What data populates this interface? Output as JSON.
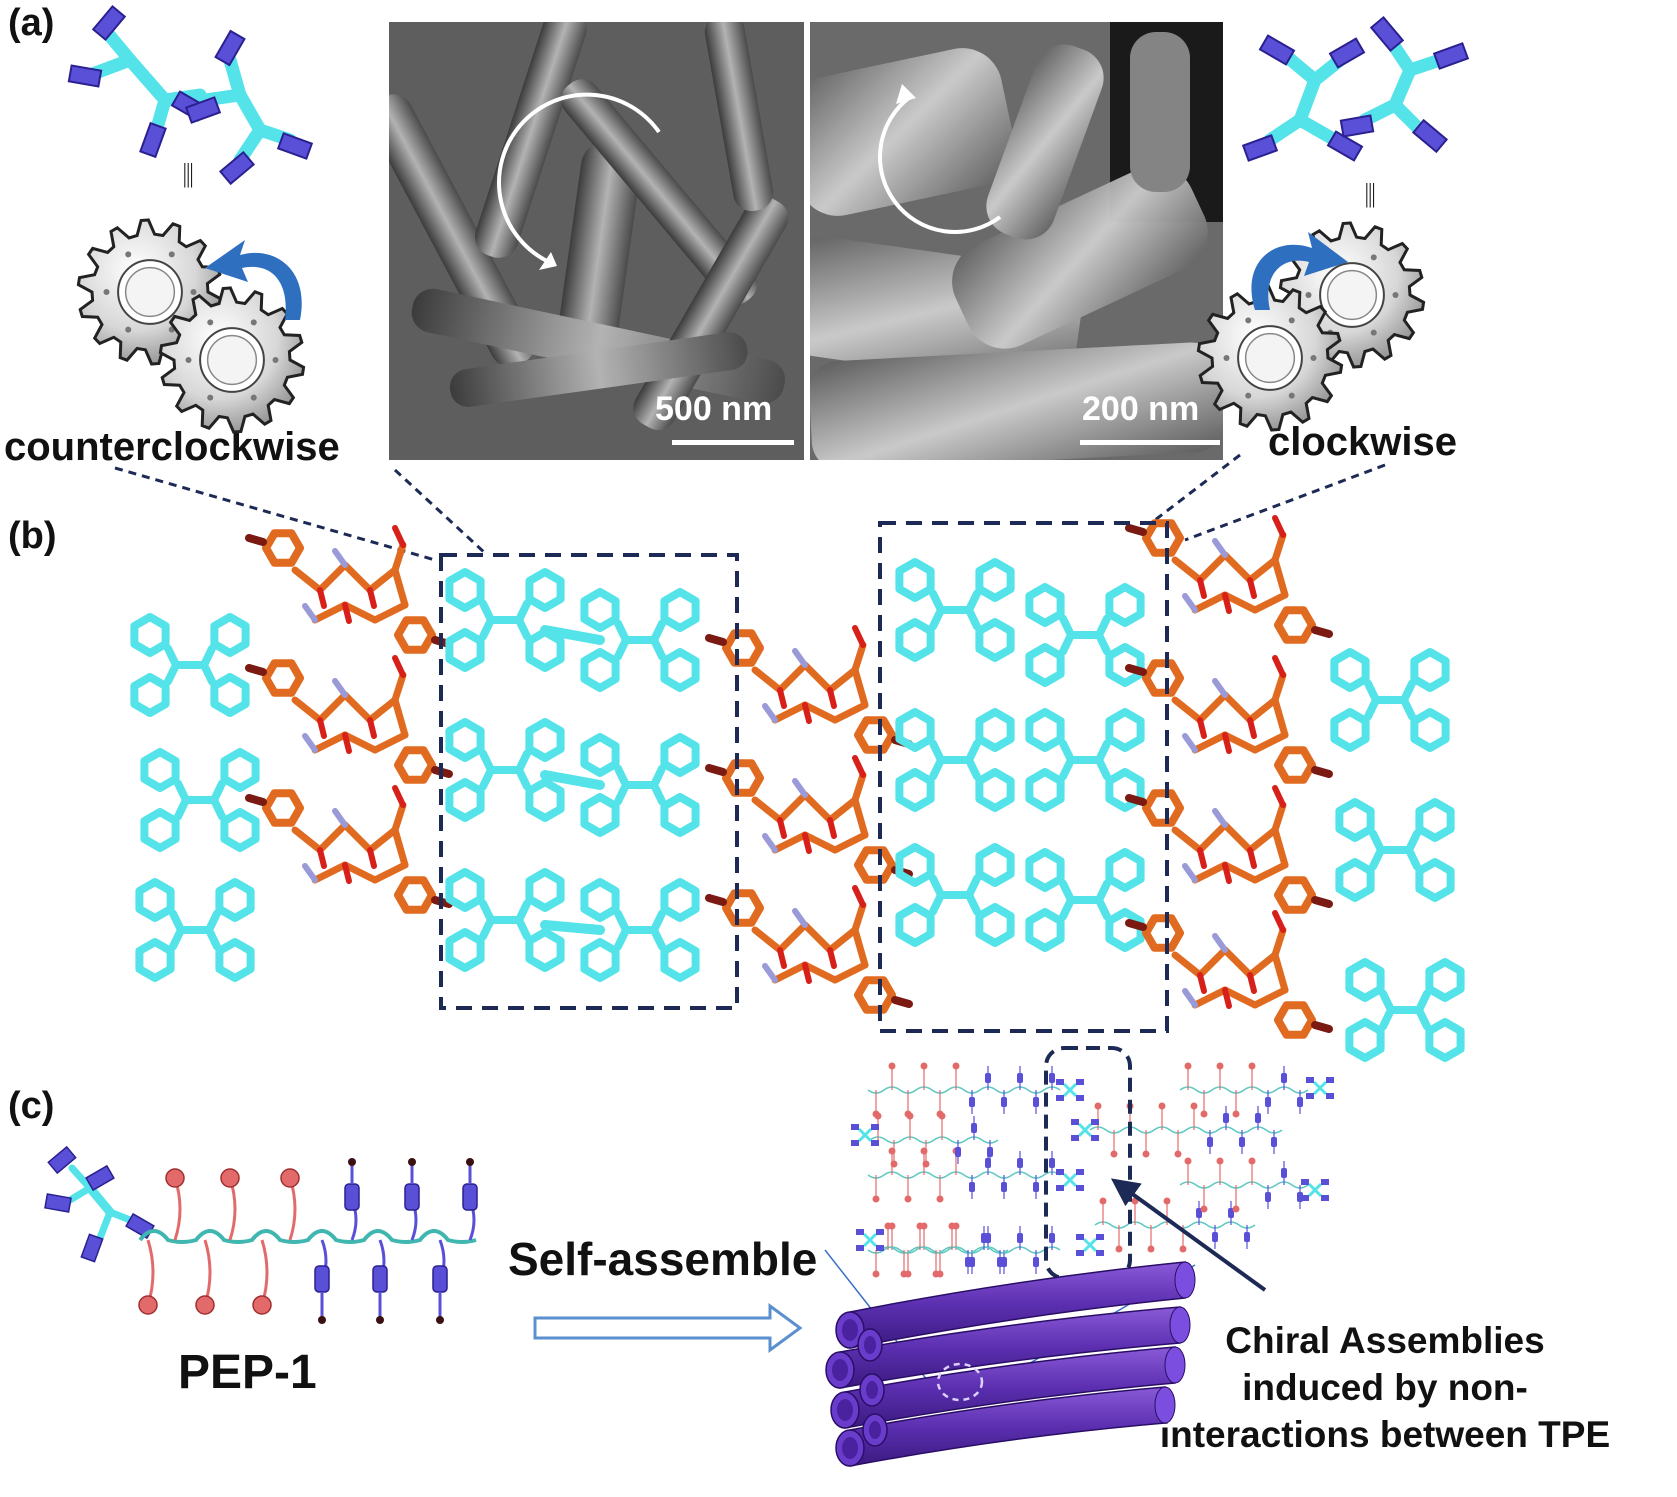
{
  "panels": {
    "a": {
      "letter": "(a)",
      "left_direction": "counterclockwise",
      "right_direction": "clockwise",
      "left_equiv": "|||",
      "right_equiv": "|||",
      "sem_left_scale": "500 nm",
      "sem_right_scale": "200 nm"
    },
    "b": {
      "letter": "(b)"
    },
    "c": {
      "letter": "(c)",
      "molecule_name": "PEP-1",
      "process_label": "Self-assemble",
      "assembly_caption": [
        "Chiral Assemblies",
        "induced by non-",
        "interactions between TPE"
      ]
    }
  },
  "colors": {
    "tpe": "#55e3ea",
    "peptide": "#e06a1f",
    "oxygen": "#d8201a",
    "nitrogen": "#9a9ad8",
    "bromine": "#7a1a12",
    "arm_blue": "#5a50d8",
    "arm_red": "#e36a6a",
    "fiber": "#5b2fb0",
    "dash": "#1c2a55",
    "arrow_blue": "#2f6fbf"
  },
  "icons": [
    "gear-icon",
    "tpe-molecule-icon",
    "rotation-arrow-icon",
    "nanofiber-bundle-icon"
  ]
}
